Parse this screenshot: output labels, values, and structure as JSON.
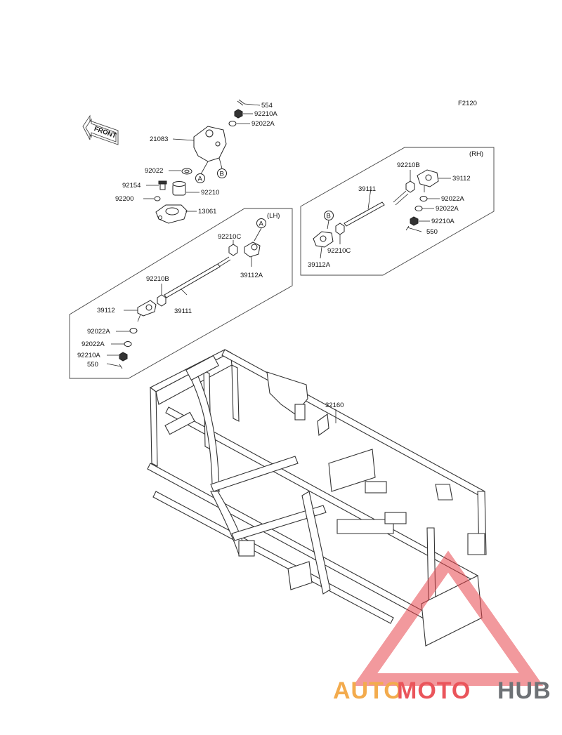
{
  "diagram": {
    "code": "F2120",
    "front_label": "FRONT",
    "side_lh": "(LH)",
    "side_rh": "(RH)",
    "markers": {
      "a": "A",
      "b": "B"
    },
    "parts": {
      "p554": "554",
      "p92210A_top": "92210A",
      "p92022A_top": "92022A",
      "p21083": "21083",
      "p92022": "92022",
      "p92154": "92154",
      "p92210": "92210",
      "p92200": "92200",
      "p13061": "13061",
      "lh_92210C": "92210C",
      "lh_39112A": "39112A",
      "lh_92210B": "92210B",
      "lh_39111": "39111",
      "lh_39112": "39112",
      "lh_92022A_1": "92022A",
      "lh_92022A_2": "92022A",
      "lh_92210A": "92210A",
      "lh_550": "550",
      "rh_92210B": "92210B",
      "rh_39112": "39112",
      "rh_39111": "39111",
      "rh_92022A_1": "92022A",
      "rh_92022A_2": "92022A",
      "rh_92210A": "92210A",
      "rh_550": "550",
      "rh_92210C": "92210C",
      "rh_39112A": "39112A",
      "frame_32160": "32160"
    }
  },
  "watermark": {
    "part1": "AUTO",
    "part2": "MOTO",
    "part3": "HUB",
    "colors": {
      "auto": "#f2a23a",
      "moto": "#e8434a",
      "hub": "#5f6368",
      "triangle": "#e8434a"
    }
  }
}
